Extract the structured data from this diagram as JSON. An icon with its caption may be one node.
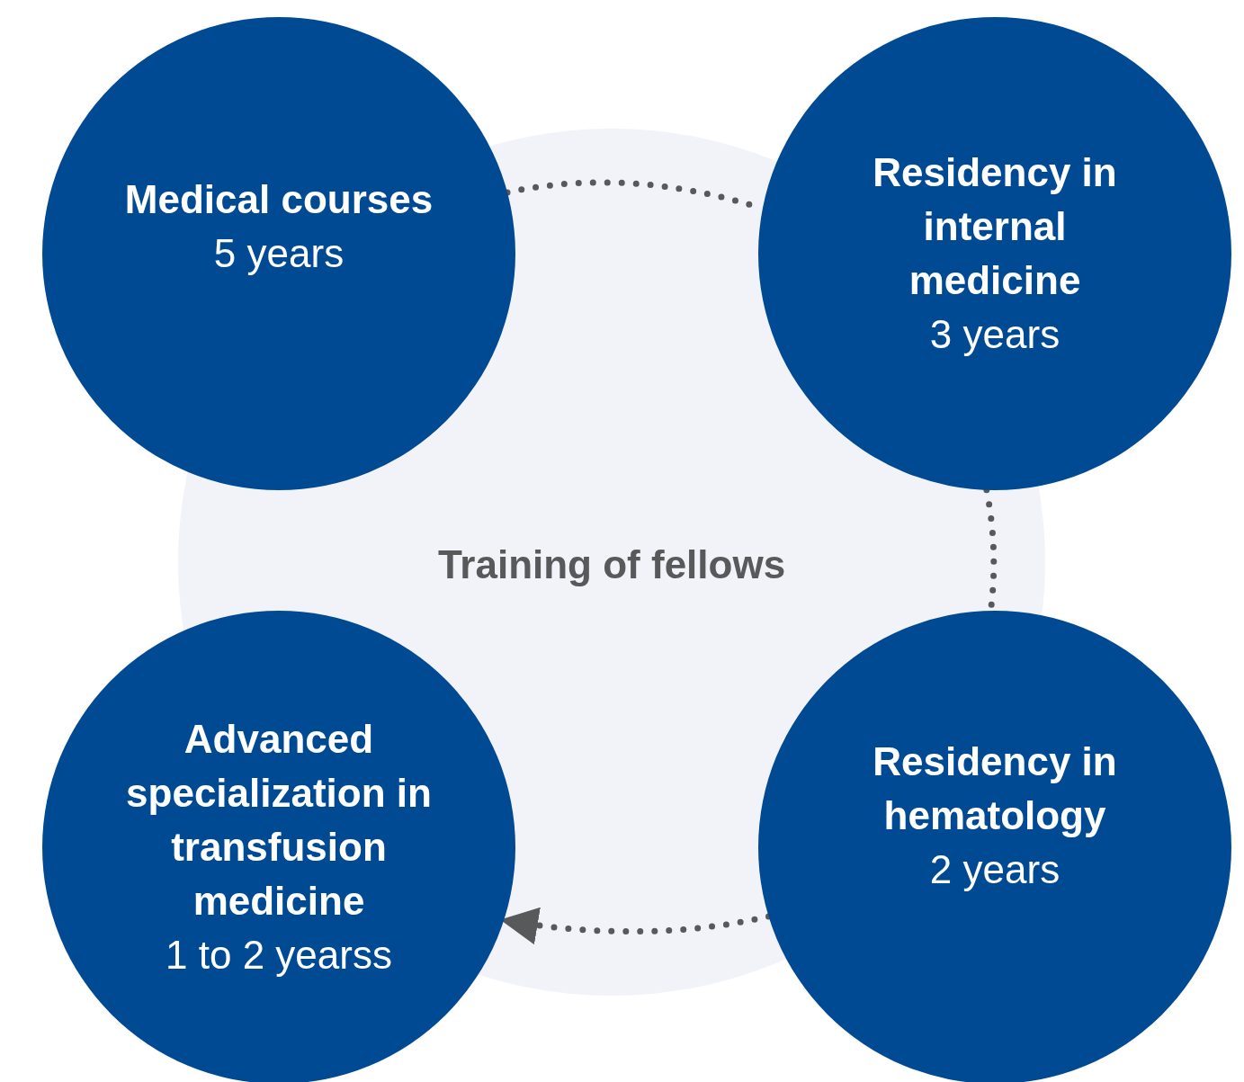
{
  "diagram": {
    "nodes": [
      {
        "text": [
          "Medical courses",
          "5 years"
        ]
      },
      {
        "text": [
          "Residency in internal medicine",
          "3 years"
        ]
      },
      {
        "text": [
          "Advanced specialization in transfusion medicine",
          "1 to 2 yearss"
        ]
      },
      {
        "text": [
          "Residency in hematology",
          "2 years"
        ]
      }
    ],
    "edges": [
      {
        "from": 0,
        "to": 1,
        "arrow": "none"
      },
      {
        "from": 1,
        "to": 3,
        "arrow": "none"
      },
      {
        "from": 3,
        "to": 2,
        "arrow": "to"
      }
    ],
    "labels": [
      "Training of fellows"
    ]
  }
}
